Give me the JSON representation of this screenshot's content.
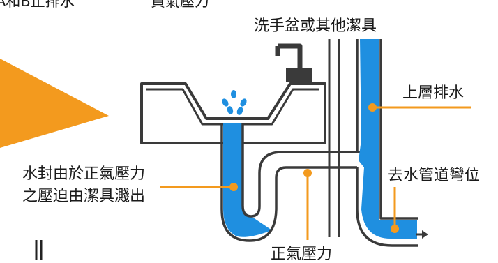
{
  "labels": {
    "top_left_cropped": "A和B止排水",
    "top_center_cropped": "負氣壓力",
    "basin": "洗手盆或其他潔具",
    "upper_drain": "上層排水",
    "seal_line1": "水封由於正氣壓力",
    "seal_line2": "之壓迫由潔具濺出",
    "bend": "去水管道彎位",
    "positive_pressure": "正氣壓力"
  },
  "colors": {
    "water": "#1f8fe0",
    "leader": "#f39a1e",
    "outline": "#333333",
    "orange_wedge": "#f39a1e"
  },
  "icons": [
    "splash-icon",
    "arrow-right-icon"
  ]
}
